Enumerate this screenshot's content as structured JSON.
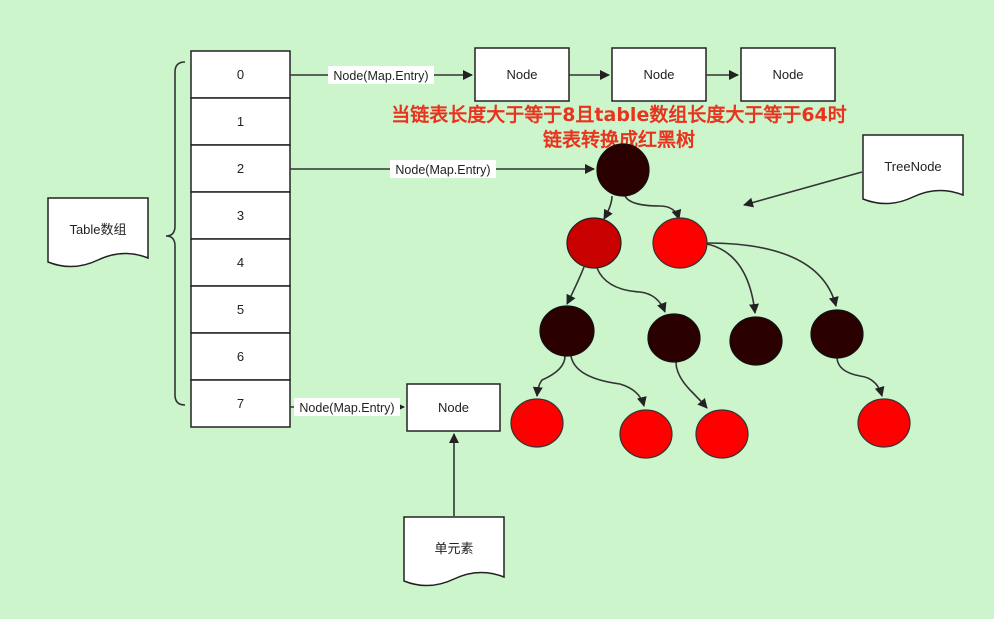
{
  "table": {
    "label": "Table数组",
    "indices": [
      "0",
      "1",
      "2",
      "3",
      "4",
      "5",
      "6",
      "7"
    ]
  },
  "edges": {
    "row0_label": "Node(Map.Entry)",
    "row2_label": "Node(Map.Entry)",
    "row7_label": "Node(Map.Entry)"
  },
  "linked_list": {
    "nodes": [
      "Node",
      "Node",
      "Node"
    ]
  },
  "row7_node": "Node",
  "annotation": {
    "line1": "当链表长度大于等于8且table数组长度大于等于64时",
    "line2": "链表转换成红黑树"
  },
  "treenode_label": "TreeNode",
  "element_label": "单元素",
  "colors": {
    "background": "#ccf5cc",
    "black_node": "#2a0000",
    "red_node": "#ff0000",
    "dark_red_node": "#c80000",
    "annotation_text": "#e8341e"
  }
}
